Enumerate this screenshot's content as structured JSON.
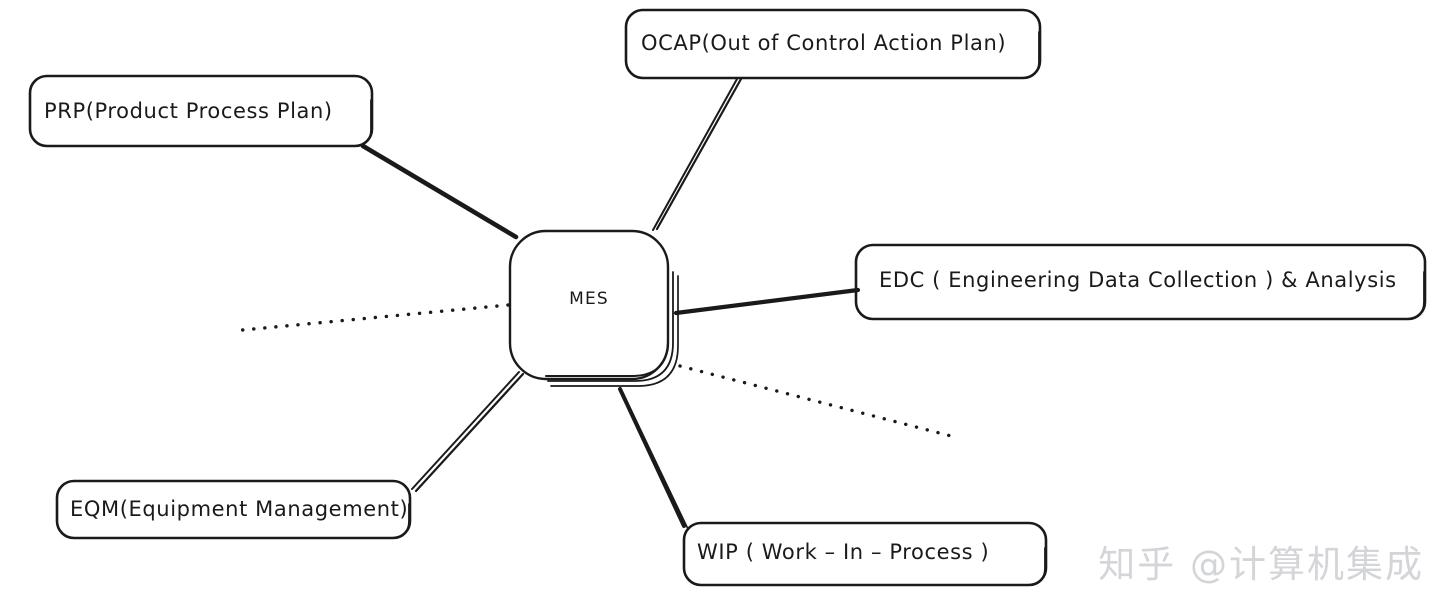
{
  "diagram": {
    "type": "mind-map",
    "style": "hand-drawn sketch",
    "background_color": "#ffffff",
    "stroke_color": "#1a1a1a",
    "center_node": {
      "id": "mes",
      "label": "MES",
      "shape": "rounded-square"
    },
    "nodes": [
      {
        "id": "prp",
        "label": "PRP(Product Process Plan)",
        "position": "top-left",
        "connector": "solid-thick"
      },
      {
        "id": "ocap",
        "label": "OCAP(Out of Control Action Plan)",
        "position": "top",
        "connector": "solid-sketch"
      },
      {
        "id": "edc",
        "label": "EDC ( Engineering Data Collection ) & Analysis",
        "position": "right",
        "connector": "solid-thick"
      },
      {
        "id": "wip",
        "label": "WIP ( Work – In – Process )",
        "position": "bottom-right",
        "connector": "solid-thick"
      },
      {
        "id": "eqm",
        "label": "EQM(Equipment Management)",
        "position": "bottom-left",
        "connector": "solid-sketch"
      }
    ],
    "dotted_branches": [
      {
        "id": "dotted-left",
        "from": "mes-left",
        "direction": "left-down"
      },
      {
        "id": "dotted-right",
        "from": "mes-bottom-right",
        "direction": "right-down"
      }
    ]
  },
  "watermark": {
    "text": "知乎 @计算机集成",
    "color": "#d3d5d8"
  }
}
